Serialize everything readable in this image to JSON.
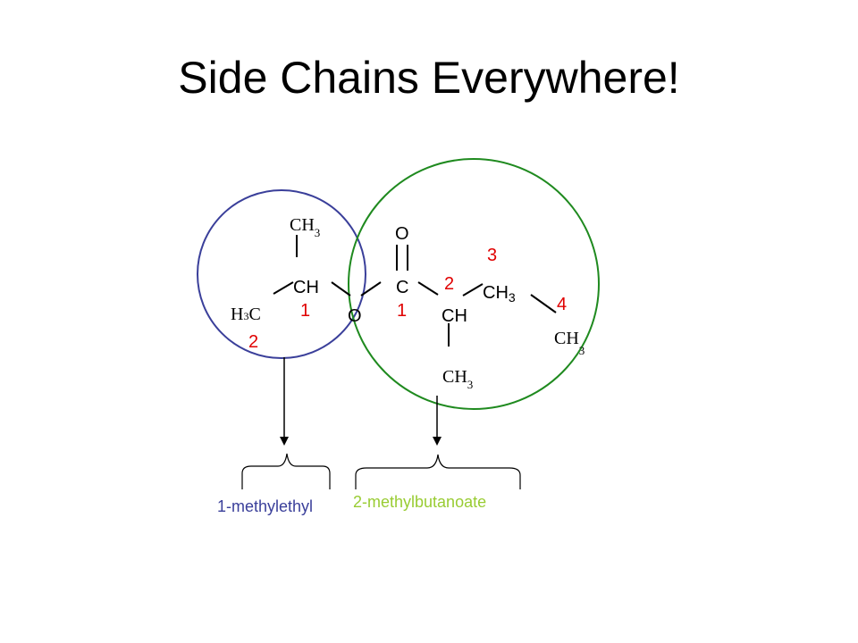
{
  "title": "Side Chains Everywhere!",
  "colors": {
    "left_circle": "#3a3f9a",
    "right_circle": "#1f8a1f",
    "number": "#e00000",
    "label_left": "#3a3f9a",
    "label_right": "#99cc33",
    "line": "#000000"
  },
  "atoms": {
    "top_ch3": {
      "main": "CH",
      "sub": "3"
    },
    "ch": "CH",
    "h3c": {
      "h": "H",
      "sub": "3",
      "c": "C"
    },
    "ester_o": "O",
    "carbonyl_o": "O",
    "carbonyl_c": "C",
    "ch_right": "CH",
    "ch3_mid": {
      "main": "CH",
      "sub": "3"
    },
    "ch3_end": {
      "main": "CH",
      "sub": "3"
    },
    "ch3_bottom": {
      "main": "CH",
      "sub": "3"
    }
  },
  "numbers": {
    "left_1": "1",
    "left_2": "2",
    "right_1": "1",
    "right_2": "2",
    "right_3": "3",
    "right_4": "4"
  },
  "labels": {
    "left": "1-methylethyl",
    "right": "2-methylbutanoate"
  }
}
